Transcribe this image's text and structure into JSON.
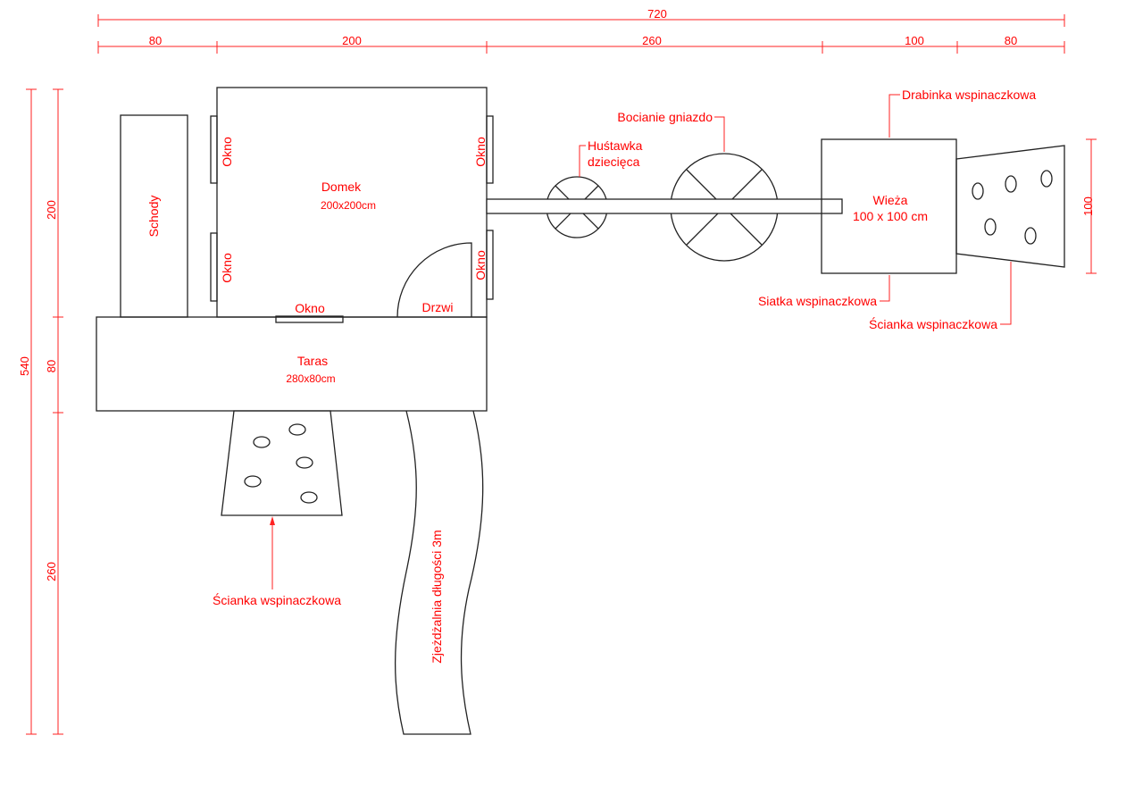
{
  "colors": {
    "annotation": "#ff0000",
    "outline": "#222222"
  },
  "dimensions": {
    "total_width": "720",
    "segments": [
      "80",
      "200",
      "260",
      "100",
      "80"
    ],
    "total_height": "540",
    "height_segments": [
      "200",
      "80",
      "260"
    ],
    "tower_height": "100"
  },
  "elements": {
    "domek": {
      "label": "Domek",
      "size": "200x200cm"
    },
    "schody": "Schody",
    "okno": "Okno",
    "drzwi": "Drzwi",
    "taras": {
      "label": "Taras",
      "size": "280x80cm"
    },
    "scianka_bottom": "Ścianka wspinaczkowa",
    "zjezdzalnia": "Zjeżdżalnia długości 3m",
    "hustawka": [
      "Huśtawka",
      "dziecięca"
    ],
    "bocianie": "Bocianie gniazdo",
    "wieza": {
      "label": "Wieża",
      "size": "100 x 100 cm"
    },
    "drabinka": "Drabinka wspinaczkowa",
    "siatka": "Siatka wspinaczkowa",
    "scianka_right": "Ścianka wspinaczkowa"
  }
}
